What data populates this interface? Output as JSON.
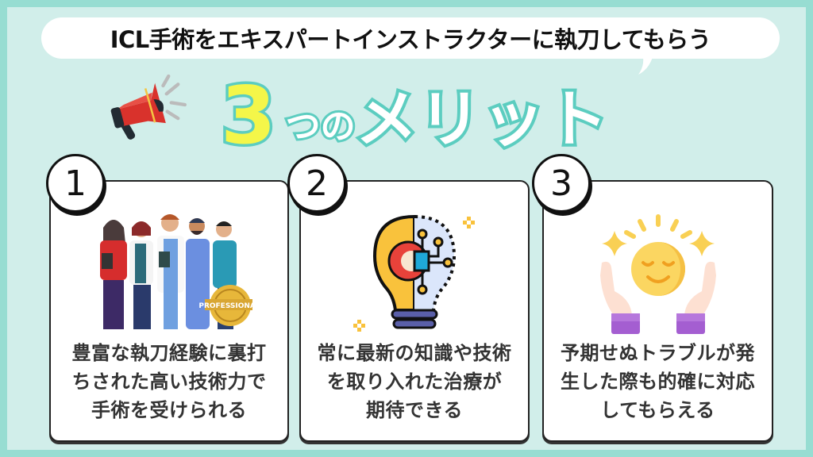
{
  "header": {
    "bubble_text": "ICL手術をエキスパートインストラクターに執刀してもらう",
    "headline_number": "3",
    "headline_particle": "つの",
    "headline_word": "メリット",
    "megaphone_icon": "megaphone-icon"
  },
  "colors": {
    "outer_frame": "#97ddd2",
    "background": "#d1eeea",
    "accent_teal": "#5ccdc0",
    "accent_yellow": "#f4f649",
    "megaphone_red": "#d9322c"
  },
  "cards": [
    {
      "number": "1",
      "icon": "medical-team-professional-icon",
      "badge_label": "PROFESSIONAL",
      "lines": [
        "豊富な執刀経験に裏打",
        "ちされた高い技術力で",
        "手術を受けられる"
      ]
    },
    {
      "number": "2",
      "icon": "lightbulb-gear-circuit-icon",
      "lines": [
        "常に最新の知識や技術",
        "を取り入れた治療が",
        "期待できる"
      ]
    },
    {
      "number": "3",
      "icon": "hands-smiling-sun-icon",
      "lines": [
        "予期せぬトラブルが発",
        "生した際も的確に対応",
        "してもらえる"
      ]
    }
  ]
}
